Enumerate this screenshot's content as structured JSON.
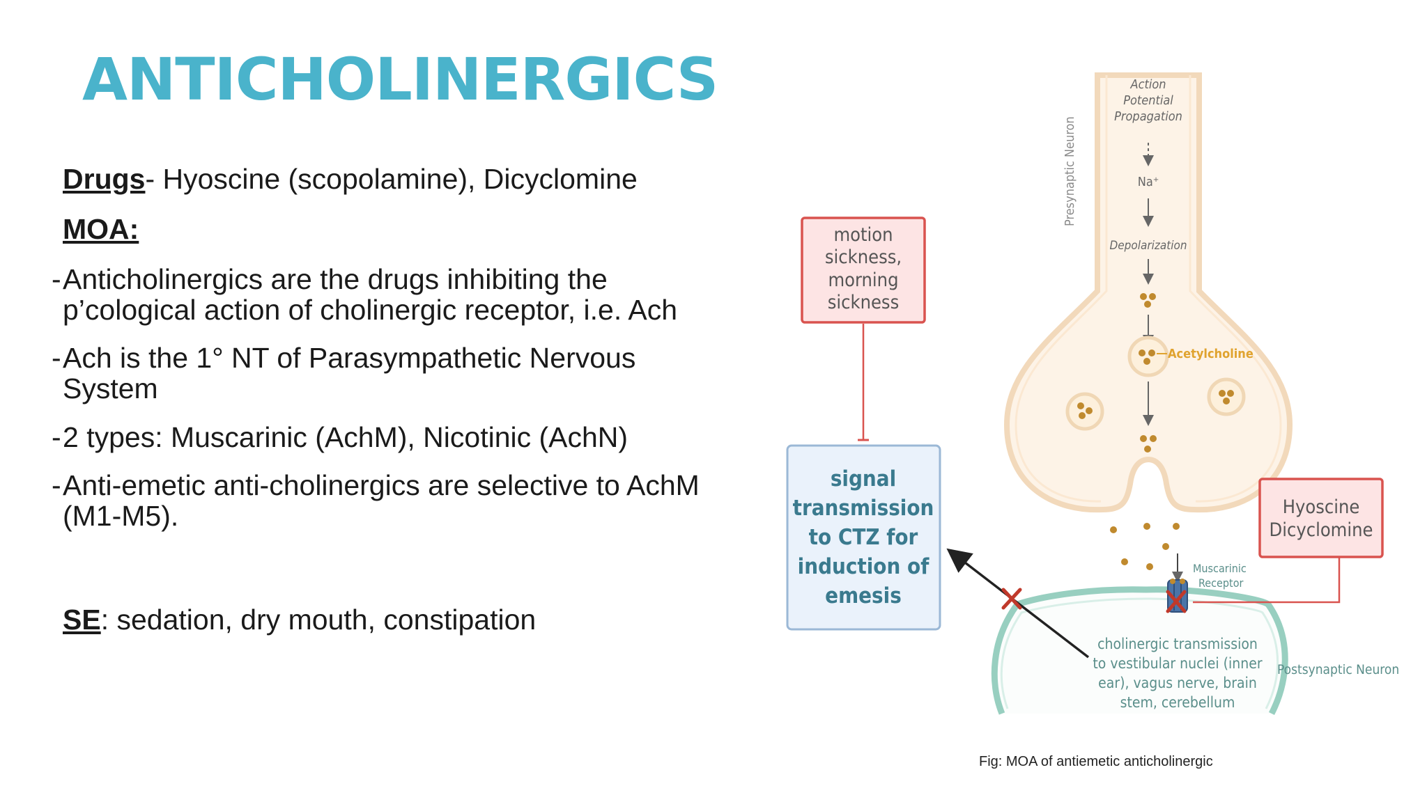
{
  "title": "ANTICHOLINERGICS",
  "drugs": {
    "label": "Drugs",
    "text": "- Hyoscine (scopolamine), Dicyclomine"
  },
  "moa": {
    "label": "MOA:"
  },
  "points": [
    {
      "dash": "-",
      "lines": [
        "Anticholinergics are the drugs inhibiting the",
        "p’cological action of cholinergic receptor, i.e. Ach"
      ]
    },
    {
      "dash": "-",
      "lines": [
        "Ach is the 1° NT of Parasympathetic Nervous",
        "System"
      ]
    },
    {
      "dash": "-",
      "lines": [
        "2 types: Muscarinic (AchM), Nicotinic (AchN)"
      ]
    },
    {
      "dash": "-",
      "lines": [
        "Anti-emetic anti-cholinergics are selective to AchM",
        "(M1-M5)."
      ]
    }
  ],
  "se": {
    "label": "SE",
    "text": ": sedation, dry mouth, constipation"
  },
  "diagram": {
    "presynaptic": "Presynaptic Neuron",
    "action_potential": [
      "Action",
      "Potential",
      "Propagation"
    ],
    "na": "Na⁺",
    "depolarization": "Depolarization",
    "acetylcholine": "Acetylcholine",
    "motion_box": [
      "motion",
      "sickness,",
      "morning",
      "sickness"
    ],
    "signal_box": [
      "signal",
      "transmission",
      "to CTZ for",
      "induction of",
      "emesis"
    ],
    "hyoscine_box": [
      "Hyoscine",
      "Dicyclomine"
    ],
    "muscarinic": [
      "Muscarinic",
      "Receptor"
    ],
    "cholinergic": [
      "cholinergic transmission",
      "to vestibular nuclei (inner",
      "ear), vagus nerve, brain",
      "stem, cerebellum"
    ],
    "postsynaptic": "Postsynaptic Neuron",
    "colors": {
      "box_red": "#d9534f",
      "box_red_fill": "#fde4e4",
      "box_blue": "#9bb8d6",
      "box_blue_fill": "#eaf2fb",
      "signal_text": "#3a7a8e",
      "neuron_fill": "#fdf3e7",
      "neuron_stroke": "#f2d9bb",
      "post_stroke": "#98cfc0",
      "vesicle": "#c08a2e",
      "ach_label": "#e0a32f",
      "x_mark": "#c0392b"
    }
  },
  "caption": "Fig: MOA of antiemetic anticholinergic"
}
